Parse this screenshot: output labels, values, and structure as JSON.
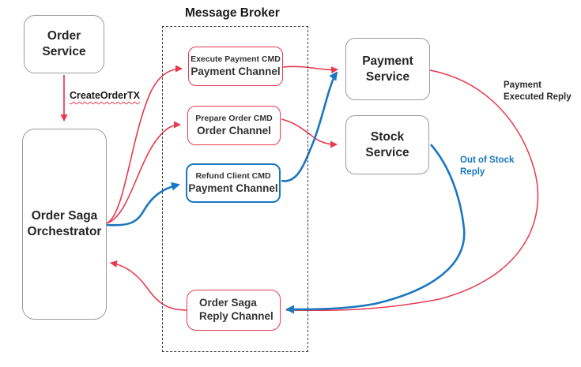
{
  "nodes": {
    "order_service": {
      "label": "Order Service"
    },
    "orchestrator": {
      "label": "Order Saga Orchestrator"
    },
    "payment_service": {
      "label": "Payment Service"
    },
    "stock_service": {
      "label": "Stock Service"
    }
  },
  "broker": {
    "title": "Message Broker",
    "channels": [
      {
        "cmd": "Execute Payment CMD",
        "channel": "Payment Channel",
        "color": "red"
      },
      {
        "cmd": "Prepare Order CMD",
        "channel": "Order Channel",
        "color": "red"
      },
      {
        "cmd": "Refund Client CMD",
        "channel": "Payment Channel",
        "color": "blue"
      },
      {
        "cmd": "Order Saga",
        "channel": "Reply Channel",
        "color": "red"
      }
    ]
  },
  "edge_labels": {
    "create_order": "CreateOrderTX",
    "payment_executed": "Payment Executed Reply",
    "out_of_stock": "Out of Stock Reply"
  },
  "colors": {
    "red": "#e8394f",
    "blue": "#1b77c0",
    "box_border": "#9b9b9b",
    "dashed_border": "#404040",
    "text": "#262626"
  }
}
